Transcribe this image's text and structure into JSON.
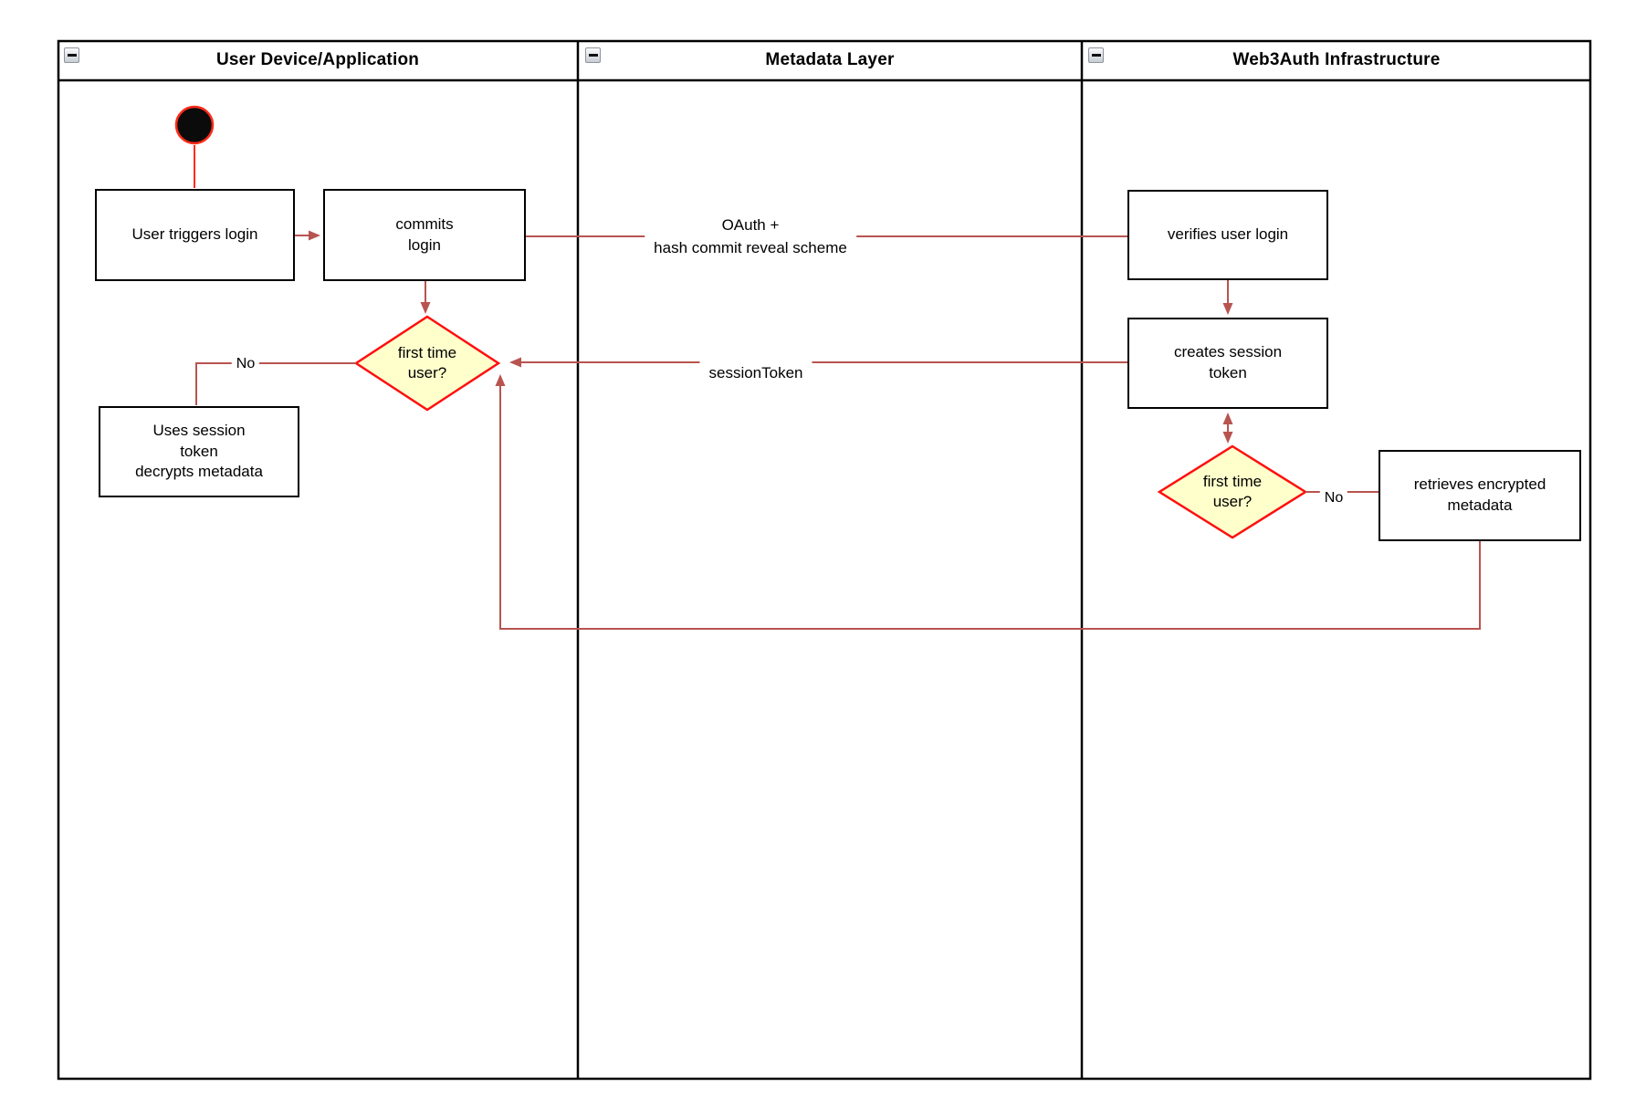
{
  "colors": {
    "connector": "#b85450",
    "start_accent": "#ff2b1a",
    "decision_border": "#ff0f0f",
    "decision_fill": "#ffffcc",
    "node_border": "#000000",
    "node_fill": "#ffffff",
    "lane_border": "#000000",
    "text": "#000000"
  },
  "icons": {
    "collapse": "minus-square"
  },
  "lanes": [
    {
      "label": "User Device/Application"
    },
    {
      "label": "Metadata Layer"
    },
    {
      "label": "Web3Auth Infrastructure"
    }
  ],
  "nodes": {
    "start": {
      "type": "initial-state"
    },
    "user_triggers_login": {
      "label": "User triggers login"
    },
    "commits_login": {
      "label": "commits\nlogin"
    },
    "verifies_user_login": {
      "label": "verifies user login"
    },
    "creates_session_token": {
      "label": "creates session\ntoken"
    },
    "first_time_user_device": {
      "label": "first time\nuser?"
    },
    "uses_session_token": {
      "label": "Uses session\ntoken\ndecrypts metadata"
    },
    "first_time_user_infra": {
      "label": "first time\nuser?"
    },
    "retrieves_encrypted_metadata": {
      "label": "retrieves encrypted\nmetadata"
    }
  },
  "edges": {
    "oauth": {
      "label": "OAuth +\nhash commit reveal scheme"
    },
    "session_token": {
      "label": "sessionToken"
    },
    "no_device": {
      "label": "No"
    },
    "no_infra": {
      "label": "No"
    }
  }
}
